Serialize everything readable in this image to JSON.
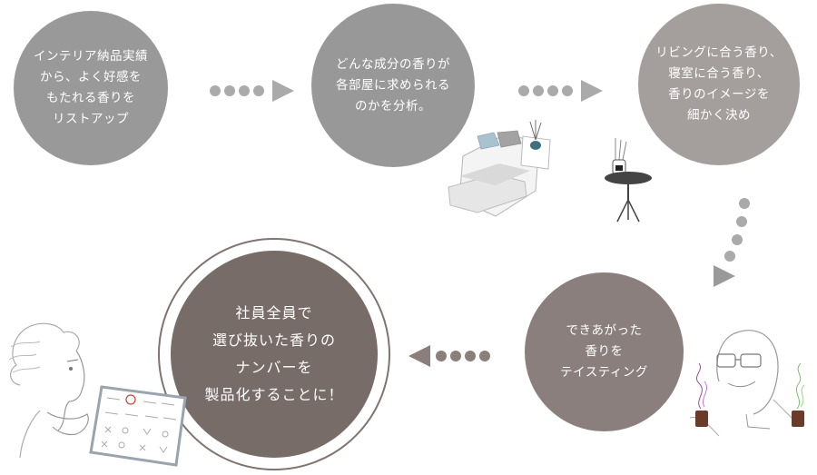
{
  "steps": [
    {
      "text": "インテリア納品実績\nから、よく好感を\nもたれる香りを\nリストアップ"
    },
    {
      "text": "どんな成分の香りが\n各部屋に求められる\nのかを分析。"
    },
    {
      "text": "リビングに合う香り、\n寝室に合う香り、\n香りのイメージを\n細かく決め"
    },
    {
      "text": "できあがった\n香りを\nテイスティング"
    },
    {
      "text": "社員全員で\n選び抜いた香りの\nナンバーを\n製品化することに！"
    }
  ],
  "colors": {
    "step1": "#999999",
    "step2": "#989898",
    "step3": "#a49f9c",
    "step4": "#8a7f7c",
    "step5": "#786c68",
    "arrow_dots": "#aaaaaa",
    "arrow_dark": "#8a7f7c"
  },
  "icons": [
    "bed-illustration",
    "reed-diffuser-icon",
    "side-table-illustration",
    "tasting-person-illustration",
    "thinking-person-illustration",
    "checklist-illustration"
  ]
}
